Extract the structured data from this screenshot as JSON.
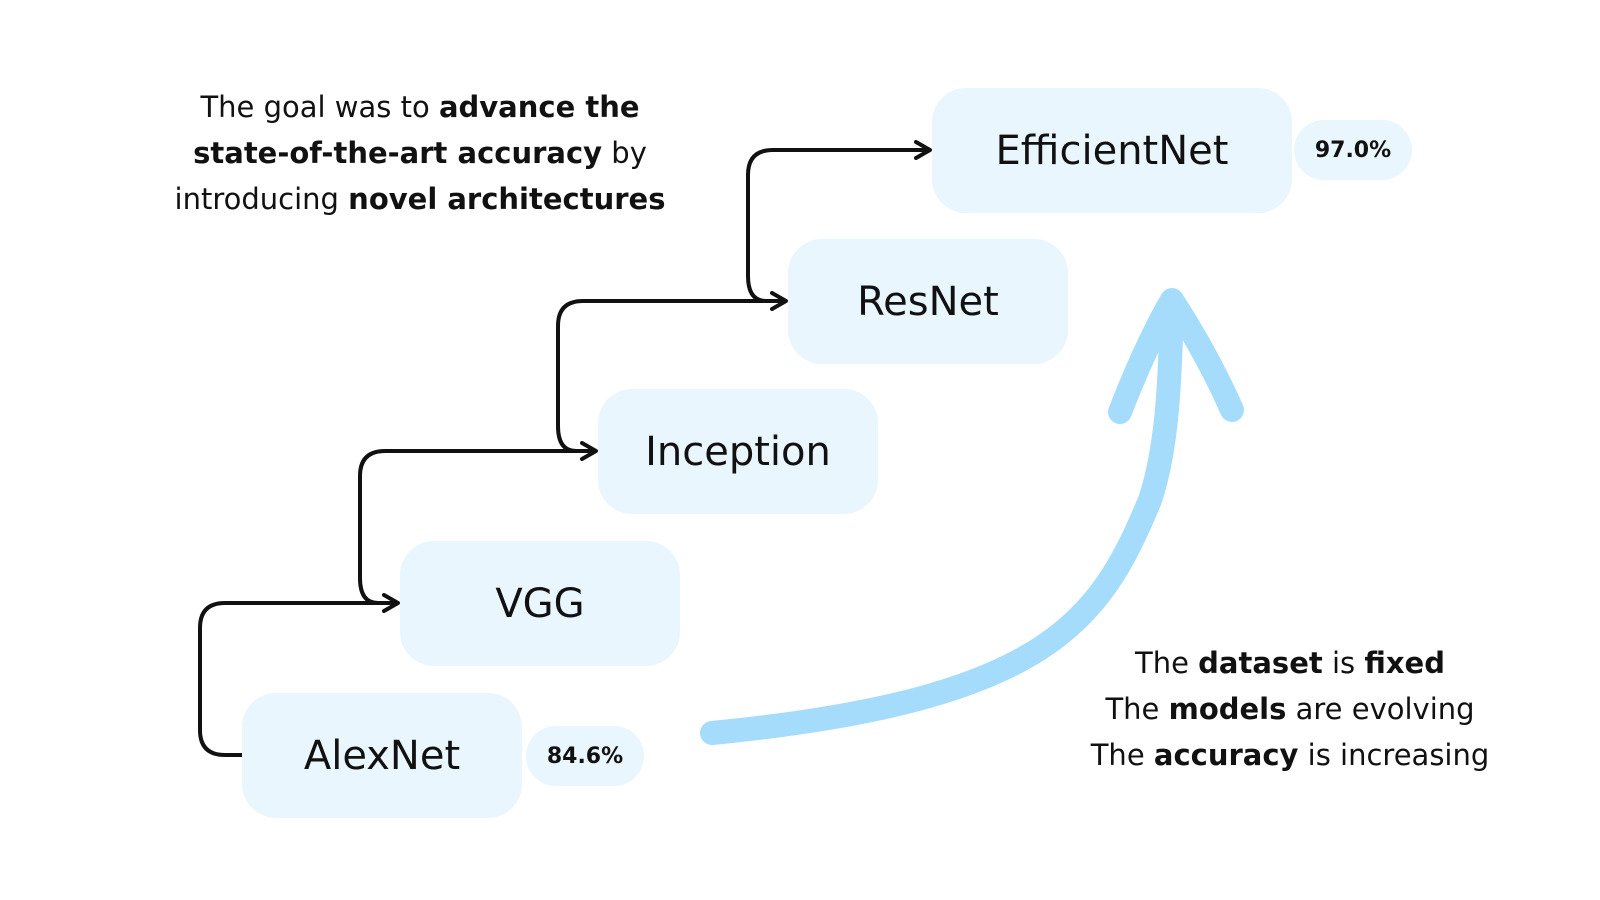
{
  "goal_text": {
    "line1": {
      "pre": "The goal was to ",
      "bold": "advance the"
    },
    "line2": {
      "bold": "state-of-the-art accuracy",
      "post": " by"
    },
    "line3": {
      "pre": "introducing ",
      "bold": "novel architectures"
    }
  },
  "models": [
    {
      "name": "AlexNet"
    },
    {
      "name": "VGG"
    },
    {
      "name": "Inception"
    },
    {
      "name": "ResNet"
    },
    {
      "name": "EfficientNet"
    }
  ],
  "badges": {
    "alexnet": "84.6%",
    "efficientnet": "97.0%"
  },
  "summary": {
    "line1": {
      "pre": "The ",
      "bold1": "dataset",
      "mid": " is ",
      "bold2": "fixed"
    },
    "line2": {
      "pre": "The ",
      "bold": "models",
      "post": " are evolving"
    },
    "line3": {
      "pre": "The ",
      "bold": "accuracy",
      "post": " is increasing"
    }
  },
  "colors": {
    "node_bg": "#e9f6fd",
    "trend_arrow": "#a6dcfb",
    "connector": "#111111"
  },
  "icons": {
    "trend": "curved-up-arrow-icon",
    "connector": "step-arrow-icon"
  }
}
